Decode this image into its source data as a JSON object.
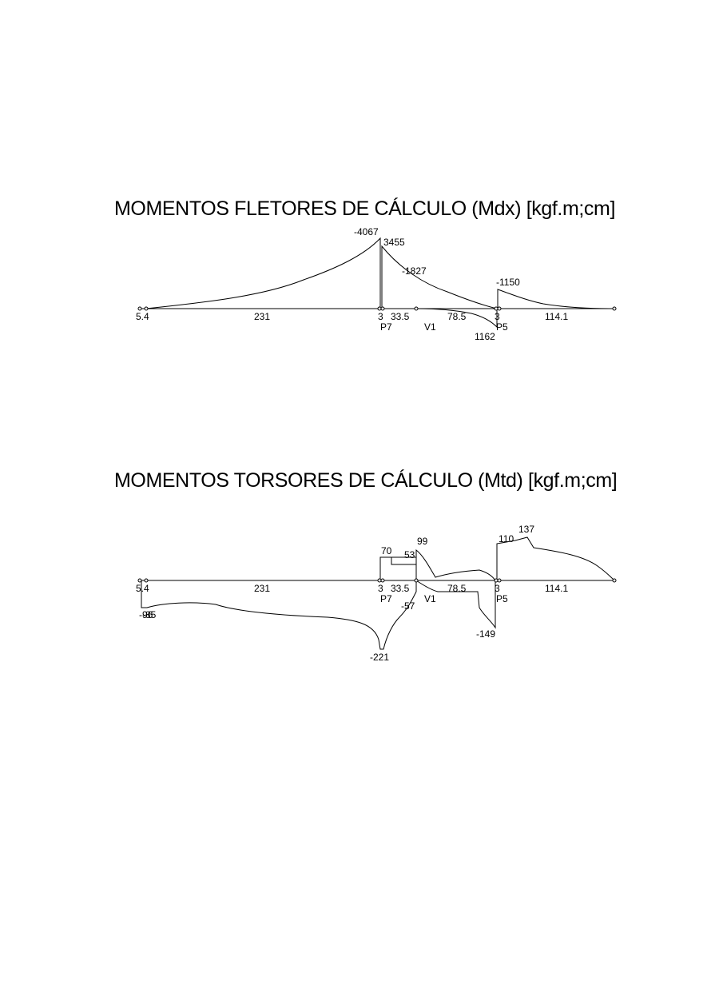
{
  "diagram1": {
    "title": "MOMENTOS FLETORES DE CÁLCULO (Mdx) [kgf.m;cm]",
    "span_labels": [
      "5.4",
      "231",
      "3",
      "33.5",
      "78.5",
      "3",
      "114.1"
    ],
    "support_labels": [
      "P7",
      "V1",
      "P5"
    ],
    "value_labels": [
      "-4067",
      "3455",
      "-1827",
      "-1150",
      "1162"
    ]
  },
  "diagram2": {
    "title": "MOMENTOS TORSORES DE CÁLCULO (Mtd) [kgf.m;cm]",
    "span_labels": [
      "5.4",
      "231",
      "3",
      "33.5",
      "78.5",
      "3",
      "114.1"
    ],
    "support_labels": [
      "P7",
      "V1",
      "P5"
    ],
    "value_labels": [
      "70",
      "53",
      "99",
      "110",
      "137",
      "-96",
      "-85",
      "-57",
      "-149",
      "-221"
    ]
  }
}
